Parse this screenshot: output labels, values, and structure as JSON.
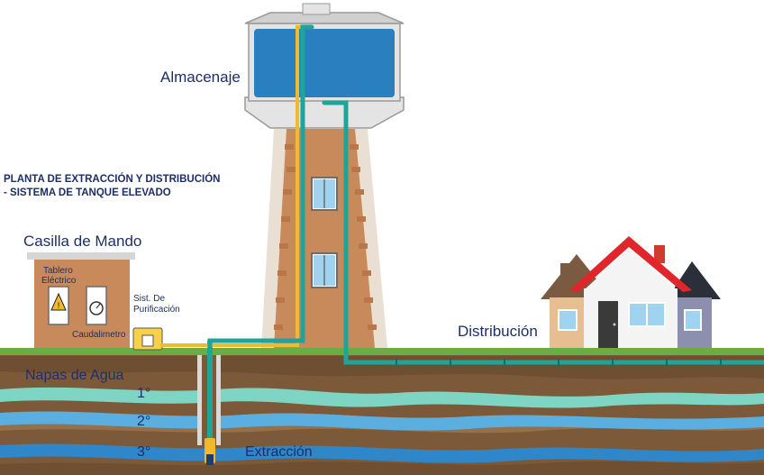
{
  "title": {
    "line1": "PLANTA DE EXTRACCIÓN Y DISTRIBUCIÓN",
    "line2": " - SISTEMA DE TANQUE ELEVADO"
  },
  "labels": {
    "storage": "Almacenaje",
    "control_house": "Casilla de Mando",
    "electrical_panel_line1": "Tablero",
    "electrical_panel_line2": "Eléctrico",
    "purification_line1": "Sist. De",
    "purification_line2": "Purificación",
    "flow_meter": "Caudalimetro",
    "distribution": "Distribución",
    "aquifers": "Napas de Agua",
    "layer_1": "1°",
    "layer_2": "2°",
    "layer_3": "3°",
    "extraction": "Extracción"
  },
  "colors": {
    "sky": "#ffffff",
    "grass": "#6cac45",
    "soil": "#8a6440",
    "soil_dark": "#6f4e30",
    "aquifer_1": "#7fd5c4",
    "aquifer_2": "#5aaee0",
    "aquifer_3": "#2f86c8",
    "tank_water": "#2a7fbf",
    "brick": "#c98a5b",
    "brick_trim": "#e9e0d3",
    "pipe_teal": "#1ea59a",
    "pipe_yellow": "#f2b82e",
    "roof_red": "#e0262b",
    "text": "#1d2f66"
  }
}
